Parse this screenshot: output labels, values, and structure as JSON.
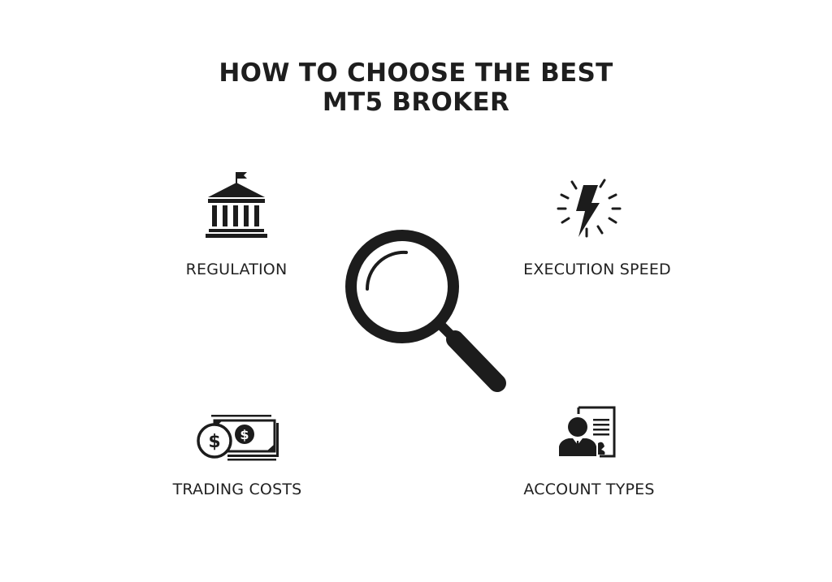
{
  "title": {
    "line1": "HOW TO CHOOSE THE BEST",
    "line2": "MT5 BROKER"
  },
  "center": {
    "icon": "magnifying-glass-icon"
  },
  "factors": [
    {
      "label": "REGULATION",
      "icon": "bank-building-icon",
      "position": "top-left"
    },
    {
      "label": "EXECUTION SPEED",
      "icon": "lightning-bolt-icon",
      "position": "top-right"
    },
    {
      "label": "TRADING COSTS",
      "icon": "money-bills-coin-icon",
      "position": "bottom-left"
    },
    {
      "label": "ACCOUNT TYPES",
      "icon": "user-document-icon",
      "position": "bottom-right"
    }
  ],
  "colors": {
    "background": "#ffffff",
    "foreground": "#1c1c1c"
  }
}
